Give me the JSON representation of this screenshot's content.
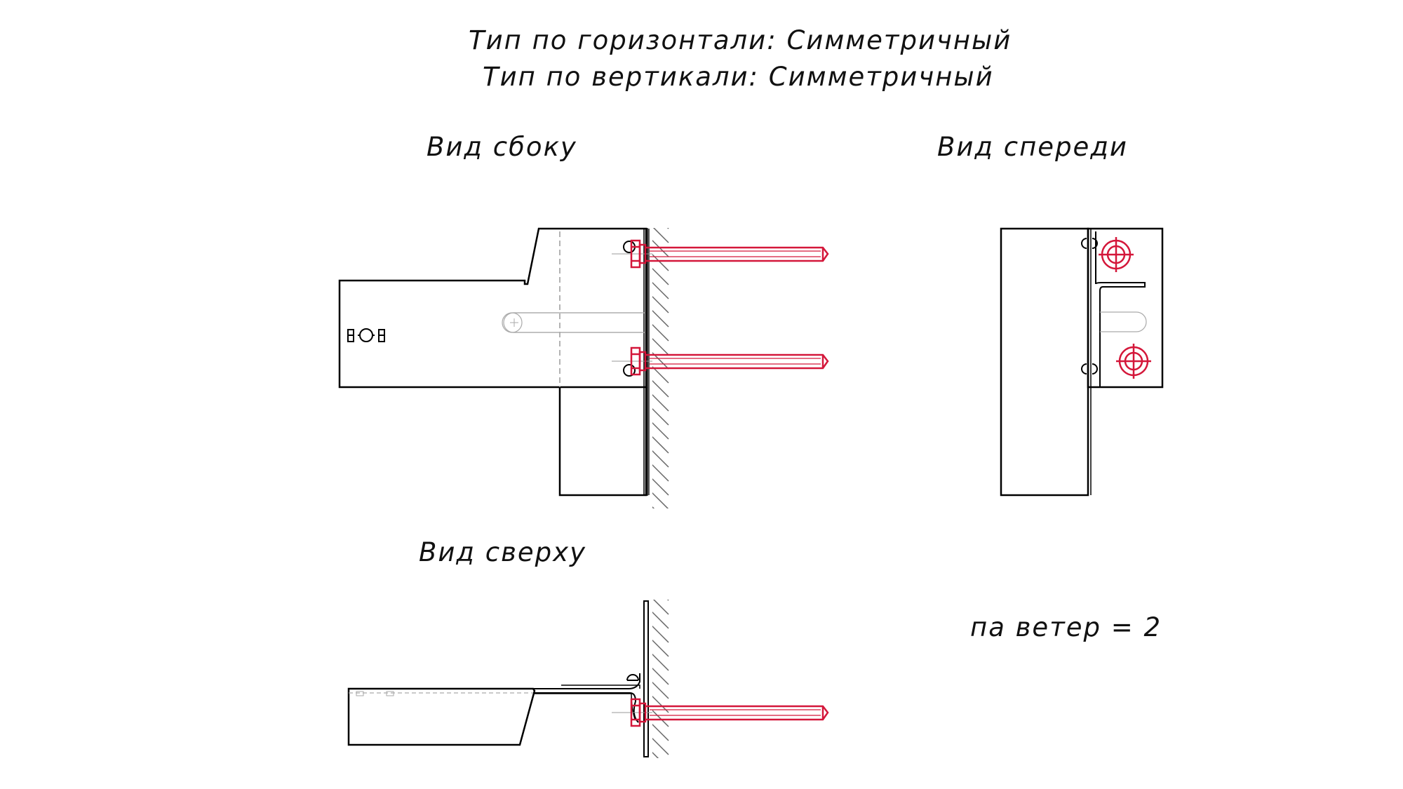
{
  "header": {
    "line1": "Тип по горизонтали: Симметричный",
    "line2": "Тип по вертикали: Симметричный"
  },
  "views": {
    "side": "Вид сбоку",
    "front": "Вид спереди",
    "top": "Вид сверху"
  },
  "note": {
    "wind": "па ветер = 2"
  },
  "colors": {
    "line": "#000000",
    "fastener": "#d4173a",
    "hidden": "#9a9a9a",
    "wall": "#555555"
  }
}
